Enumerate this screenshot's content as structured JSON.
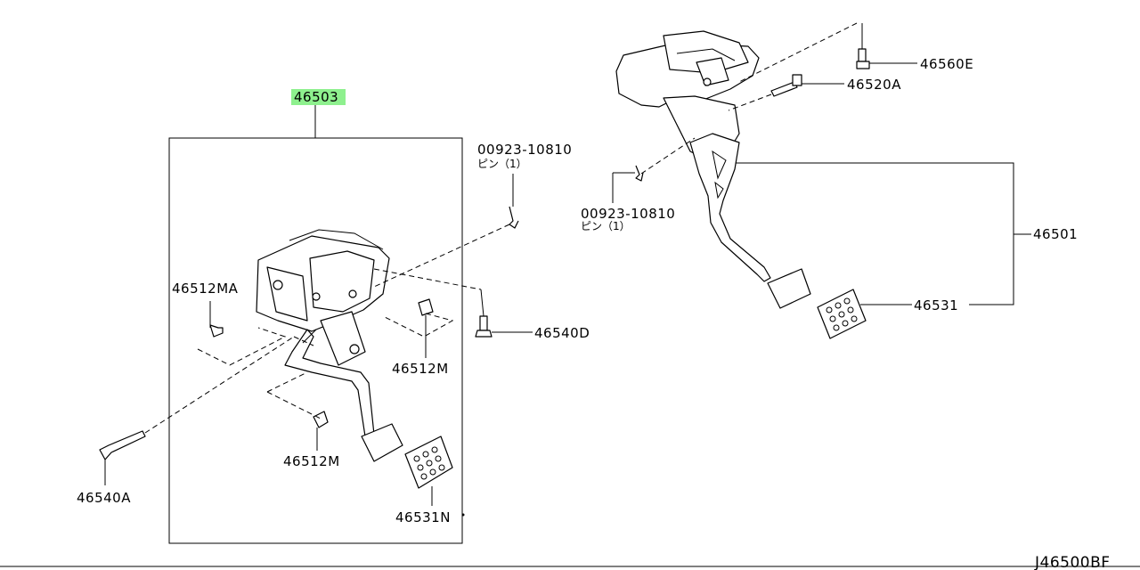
{
  "diagram_id": "J46500BF",
  "highlight_color": "#8ef08e",
  "callouts": {
    "assembly_left": "46503",
    "pin_left_number": "00923-10810",
    "pin_left_desc": "ピン（1）",
    "bolt_mount_left": "46512MA",
    "bolt_right_left": "46540D",
    "clip_upper": "46512M",
    "clip_lower": "46512M",
    "pivot_bolt_left": "46540A",
    "pad_left": "46531N",
    "bolt_top_right": "46560E",
    "pivot_bolt_right": "46520A",
    "pin_right_number": "00923-10810",
    "pin_right_desc": "ピン（1）",
    "pedal_right": "46501",
    "pad_right": "46531"
  }
}
